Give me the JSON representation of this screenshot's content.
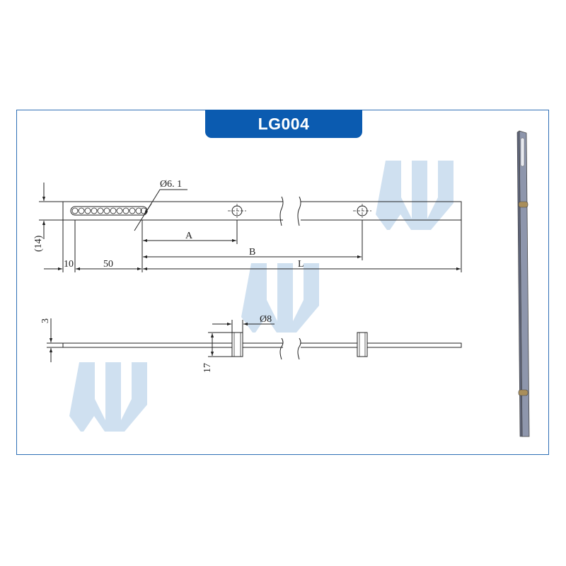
{
  "title": "LG004",
  "colors": {
    "frame": "#2f6fb5",
    "title_bg": "#0b5bb0",
    "title_text": "#ffffff",
    "watermark": "#cfe0f0",
    "line": "#222222",
    "bar_metal": "#8e96ac"
  },
  "watermark_letter": "W",
  "top_view": {
    "hole_diameter": "Ø6. 1",
    "height": "(14)",
    "dim_10": "10",
    "dim_50": "50",
    "dim_A": "A",
    "dim_B": "B",
    "dim_L": "L"
  },
  "side_view": {
    "thickness": "3",
    "pin_diameter": "Ø8",
    "pin_height": "17"
  }
}
